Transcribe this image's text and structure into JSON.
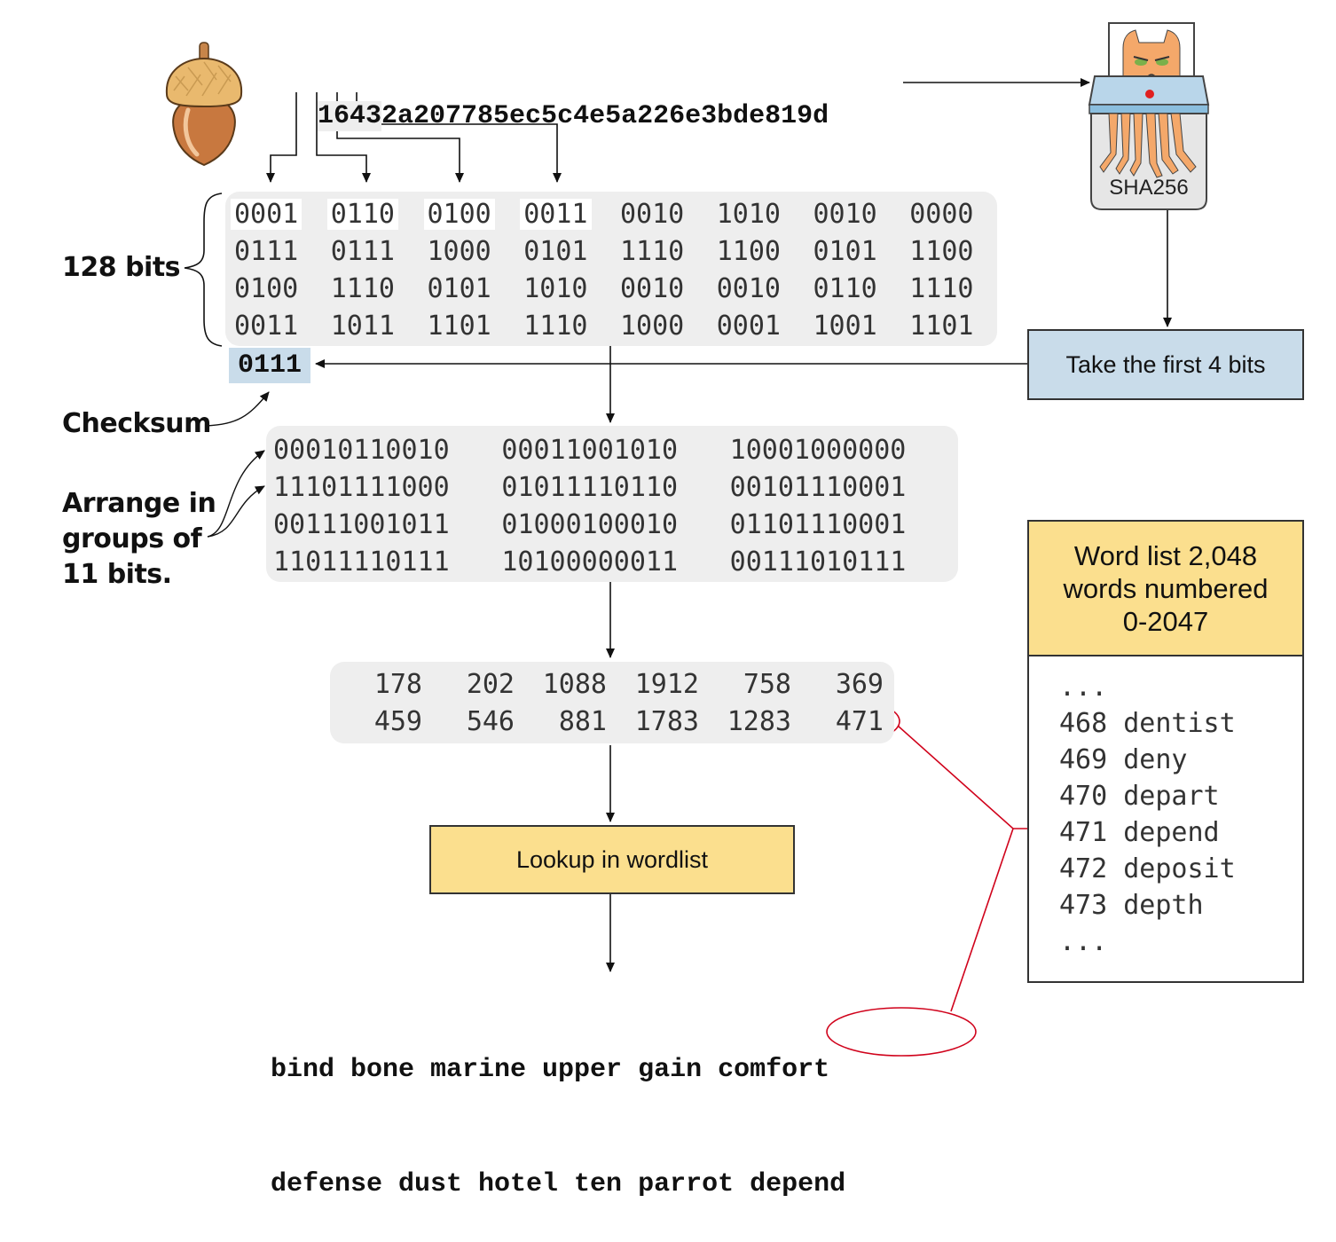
{
  "entropy_hex": {
    "highlighted": "1643",
    "rest": "2a207785ec5c4e5a226e3bde819d"
  },
  "shredder": {
    "label": "SHA256",
    "icon": "shredder-cat-icon"
  },
  "acorn_icon": "acorn-icon",
  "entropy_bits": {
    "label": "128 bits",
    "rows": [
      [
        "0001",
        "0110",
        "0100",
        "0011",
        "0010",
        "1010",
        "0010",
        "0000"
      ],
      [
        "0111",
        "0111",
        "1000",
        "0101",
        "1110",
        "1100",
        "0101",
        "1100"
      ],
      [
        "0100",
        "1110",
        "0101",
        "1010",
        "0010",
        "0010",
        "0110",
        "1110"
      ],
      [
        "0011",
        "1011",
        "1101",
        "1110",
        "1000",
        "0001",
        "1001",
        "1101"
      ]
    ],
    "highlighted_count": 4
  },
  "checksum": {
    "value": "0111",
    "label": "Checksum"
  },
  "take_bits_box": {
    "label": "Take the first 4 bits"
  },
  "groups_label": {
    "line1": "Arrange in",
    "line2": "groups of",
    "line3": "11 bits."
  },
  "eleven_bit_groups": [
    [
      "00010110010",
      "00011001010",
      "10001000000"
    ],
    [
      "11101111000",
      "01011110110",
      "00101110001"
    ],
    [
      "00111001011",
      "01000100010",
      "01101110001"
    ],
    [
      "11011110111",
      "10100000011",
      "00111010111"
    ]
  ],
  "indices": [
    [
      "178",
      "202",
      "1088",
      "1912",
      "758",
      "369"
    ],
    [
      "459",
      "546",
      "881",
      "1783",
      "1283",
      "471"
    ]
  ],
  "highlighted_index": "471",
  "lookup_box": {
    "label": "Lookup in wordlist"
  },
  "wordlist": {
    "title_line1": "Word list 2,048",
    "title_line2": "words numbered",
    "title_line3": "0-2047",
    "ellipsis": "...",
    "entries": [
      {
        "num": "468",
        "word": "dentist"
      },
      {
        "num": "469",
        "word": "deny"
      },
      {
        "num": "470",
        "word": "depart"
      },
      {
        "num": "471",
        "word": "depend"
      },
      {
        "num": "472",
        "word": "deposit"
      },
      {
        "num": "473",
        "word": "depth"
      }
    ],
    "highlighted_entry": "471"
  },
  "mnemonic": {
    "line1": "bind bone marine upper gain comfort",
    "line2_prefix": "defense dust hotel ten parrot ",
    "line2_highlight": "depend"
  },
  "colors": {
    "gray_box": "#eeeeee",
    "blue_box": "#c9dcea",
    "yellow_box": "#fbdf8e",
    "highlight_red": "#d0021b",
    "text_dark": "#111111"
  }
}
